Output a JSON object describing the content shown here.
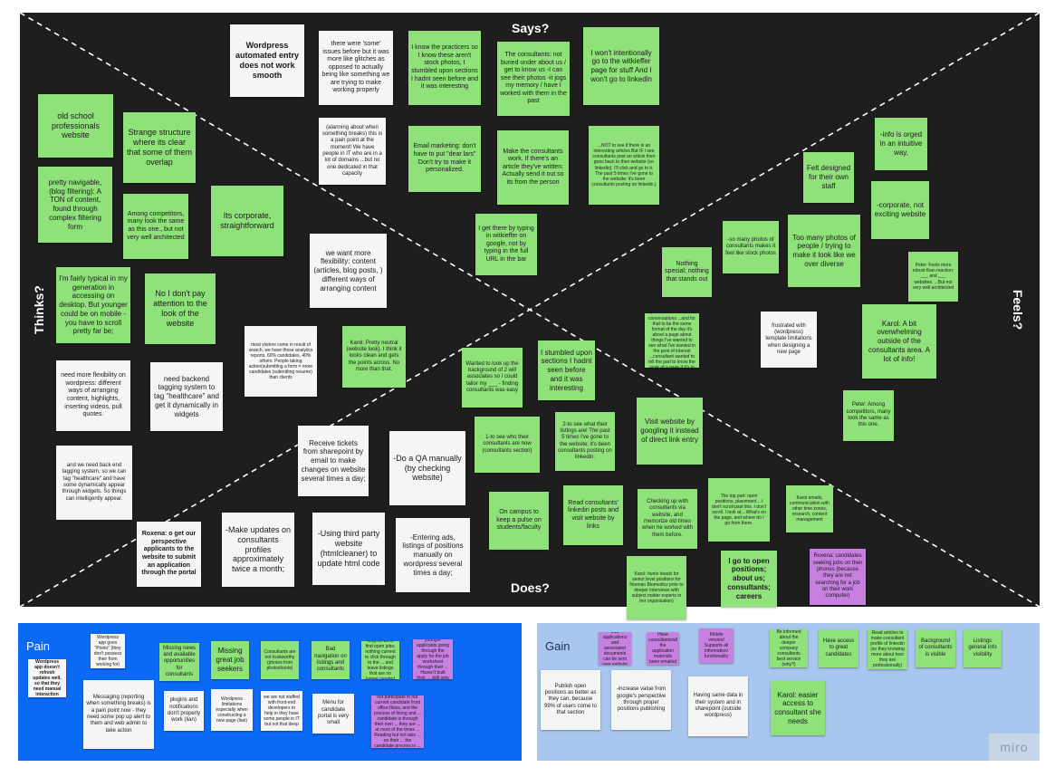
{
  "board": {
    "quadrants": {
      "says": "Says?",
      "thinks": "Thinks?",
      "feels": "Feels?",
      "does": "Does?"
    }
  },
  "notes": {
    "n01": "old school professionals website",
    "n02": "Strange structure where its clear that some of them overlap",
    "n03": "pretty navigable, (blog filtering): A TON of content, found through complex filtering form",
    "n04": "Among competitors, many look the same as this one., but not very well architected",
    "n05": "Its corporate, straightforward",
    "n06": "I'm fairly typical in my generation in accessing on desktop. But younger could be on mobile -you have to scroll pretty far be;",
    "n07": "No I don't pay attention to the look of the website",
    "n08": "need more flexibility on wordpress: different ways of arranging content, highlights, inserting videos, pull quotes.",
    "n09": "need backend tagging system to tag \"healthcare\" and get it dynamically in widgets",
    "n10": "and we need back end tagging system, so we can tag \"healthcare\" and have some dynamically appear through widgets. So things can intelligently appear.",
    "n11": "Wordpress automated entry does not work smooth",
    "n12": "there were 'some' issues before but it was more like glitches as opposed to actually being like something we are trying to make working properly",
    "n13": "(alarming about when something breaks) this is a pain point at the moment! We have people in IT who are in a lot of domains ...but no one dedicated in that capacity",
    "n14": "I know the practicers so I know these aren't stock photos, I stumbled upon sections I hadnt seen before and it was interesting",
    "n15": "The consultants: not buried under about us / get to know us -I can see their photos -it jogs my memory / have I worked with them in the past",
    "n16": "I won't intentionally go to the witkieffer page for stuff And I won't go to linkedin",
    "n17": "Email marketing: don't have to put \"dear lars\" Don't try to make it personalized.",
    "n18": "Make the consultants work. If there's an article they've written: Actually send it out so its from the person",
    "n19": "...NOT to see if there is an interesting articles But IF i see consultants post an article then goes back to their website (on linkedin). I'll click and go to it. The past 5 times I've gone to the website: it's been consultants posting on linkedin.)",
    "n20": "I get there by typing in witkieffer on google, not by typing in the full URL in the bar",
    "n21": "we want more flexibility: content (articles, blog posts, ) different ways of arranging content",
    "n22": "most visitors come in result of search, we have those analytics reports, 60% candidates, 40% others. People taking action(submitting a form = more candidates (submitting resume) than clients",
    "n23": "Karol: Pretty neutral (website look). I think it looks clean and gets the points across. No more than that.",
    "n24": "-info is orged in an intuitive way,",
    "n25": "Felt designed for their own staff",
    "n26": "-corporate, not exciting website",
    "n27": "-so many photos of consultants makes it feel like stock photos",
    "n28": "Too many photos of people / trying to make it look like we over diverse",
    "n29": "Nothing special; nothing that stands out",
    "n30": "Peter: Feels more robust than reaction; ___ and ___ websites. ...But not very well architected",
    "n31": "Karol: A bit overwhelming outside of the consultants area. A lot of info!",
    "n32": "frustrated with (wordpress) template limitations when designing a new page",
    "n33": "1-2 of the people I've spoken to have had the conversations ...and for that to be the same format of the day it's about a page about things I've wanted to see what I've wanted in the post of interest ...consultant wanted to tell the part to know the work of a page if it's in its exceptions",
    "n34": "Peter: Among competitors, many look the same as this one.",
    "n35": "Wanted to look up the background of 2 will associates so I could tailor my ___ - finding consultants was easy",
    "n36": "I stumbled upon sections I hadnt seen before and it was interesting",
    "n37": "1-to see who their consultants are now (consultants section)",
    "n38": "2-to see what their listings are! The past 5 times I've gone to the website: it's been consultants posting on linkedin.",
    "n39": "Visit website by googling it instead of direct link entry",
    "n40": "Receive tickets from sharepoint by email to make changes on website several times a day;",
    "n41": "-Do a QA manually (by checking website)",
    "n42": "On campus to keep a pulse on students/faculty",
    "n43": "Read consultants' linkedin posts and visit website by links",
    "n44": "Checking up with consultants via website, and memorize old times when he worked with them before.",
    "n45": "The top part: open positions, placement... I don't scroll past this. I don't scroll. I look at... What's on the page, and where do I go from there.",
    "n46": "Karol emails, communication with other time zones, research, content management",
    "n47": "Roxena: o get our perspective applicants to the website to submit an application through the portal",
    "n48": "-Make updates on consultants profiles approximately twice a month;",
    "n49": "-Using third party website (htmlcleaner) to update html code",
    "n50": "-Entering ads, listings of positions manually on wordpress several times a day;",
    "n51": "Karol: hunts heads for senior level positions for Norman Biomedics prior to deeper interviews with subject matter experts in her organization)",
    "n52": "I go to open positions; about us; consultants; careers",
    "n53": "Roxena: candidates seeking jobs on their phones (because they are not searching for a job on their work computer)"
  },
  "pain": {
    "title": "Pain",
    "items": [
      "Wordpress app doesn't refresh updates well, so that they need manual interaction",
      "Wordpress app goes \"Prieto\" (they don't possess their from working for)",
      "Messaging (reporting when something breaks) is a pain point now - they need some pop up alert to them and web admin to take action",
      "Missing news and available opportunities for consultants",
      "Missing great job seekers",
      "Consultants are not trustworthy (photos from photoshoots)",
      "Bad navigation on listings and consultants",
      "Karol: Takes too long for us to find open jobs; nothing current to click through to the ... and leave listings that are no longer needed (... if it's)",
      "Roxena: younger applicants going through the apply for the job worksheet through their ... Haven't built their ... skill sets rating !",
      "plugins and notifications don't properly work (lian)",
      "Wordpress limitations especially when constructing a new page (lian)",
      "we are not staffed with front-end developers to help in they have some people in IT but not that deep",
      "Menu for candidate portal is very small",
      "Roxena: Partners do not participate in our current candidate front office flows, and the process of hiring and ... candidate is through their own ... they are ... at most of the times ... Reading but not also ... on their ... the candidate process in ... the hiring"
    ]
  },
  "gain": {
    "title": "Gain",
    "items": [
      "Job applications and associated documents can be sent over website",
      "Have consultants/all the application materials been emailed",
      "Mobile version/ Supports all information/ functionality",
      "Be informed about the deeper company consultants best service (why?)",
      "Have access to great candidates",
      "Read articles to make consultant profile of linkedin (so they knowing more about how they are professionally)",
      "Background of consultants is visible",
      "Listings general info visibility",
      "Publish open positions as better as they can, because 99% of users come to that section",
      "-increase value from google's perspective through proper positions publishing",
      "Having same data in their system and in sharepoint (outside wordpress)",
      "Karol: easier access to consultant she needs"
    ]
  },
  "brand": {
    "logo": "miro"
  }
}
